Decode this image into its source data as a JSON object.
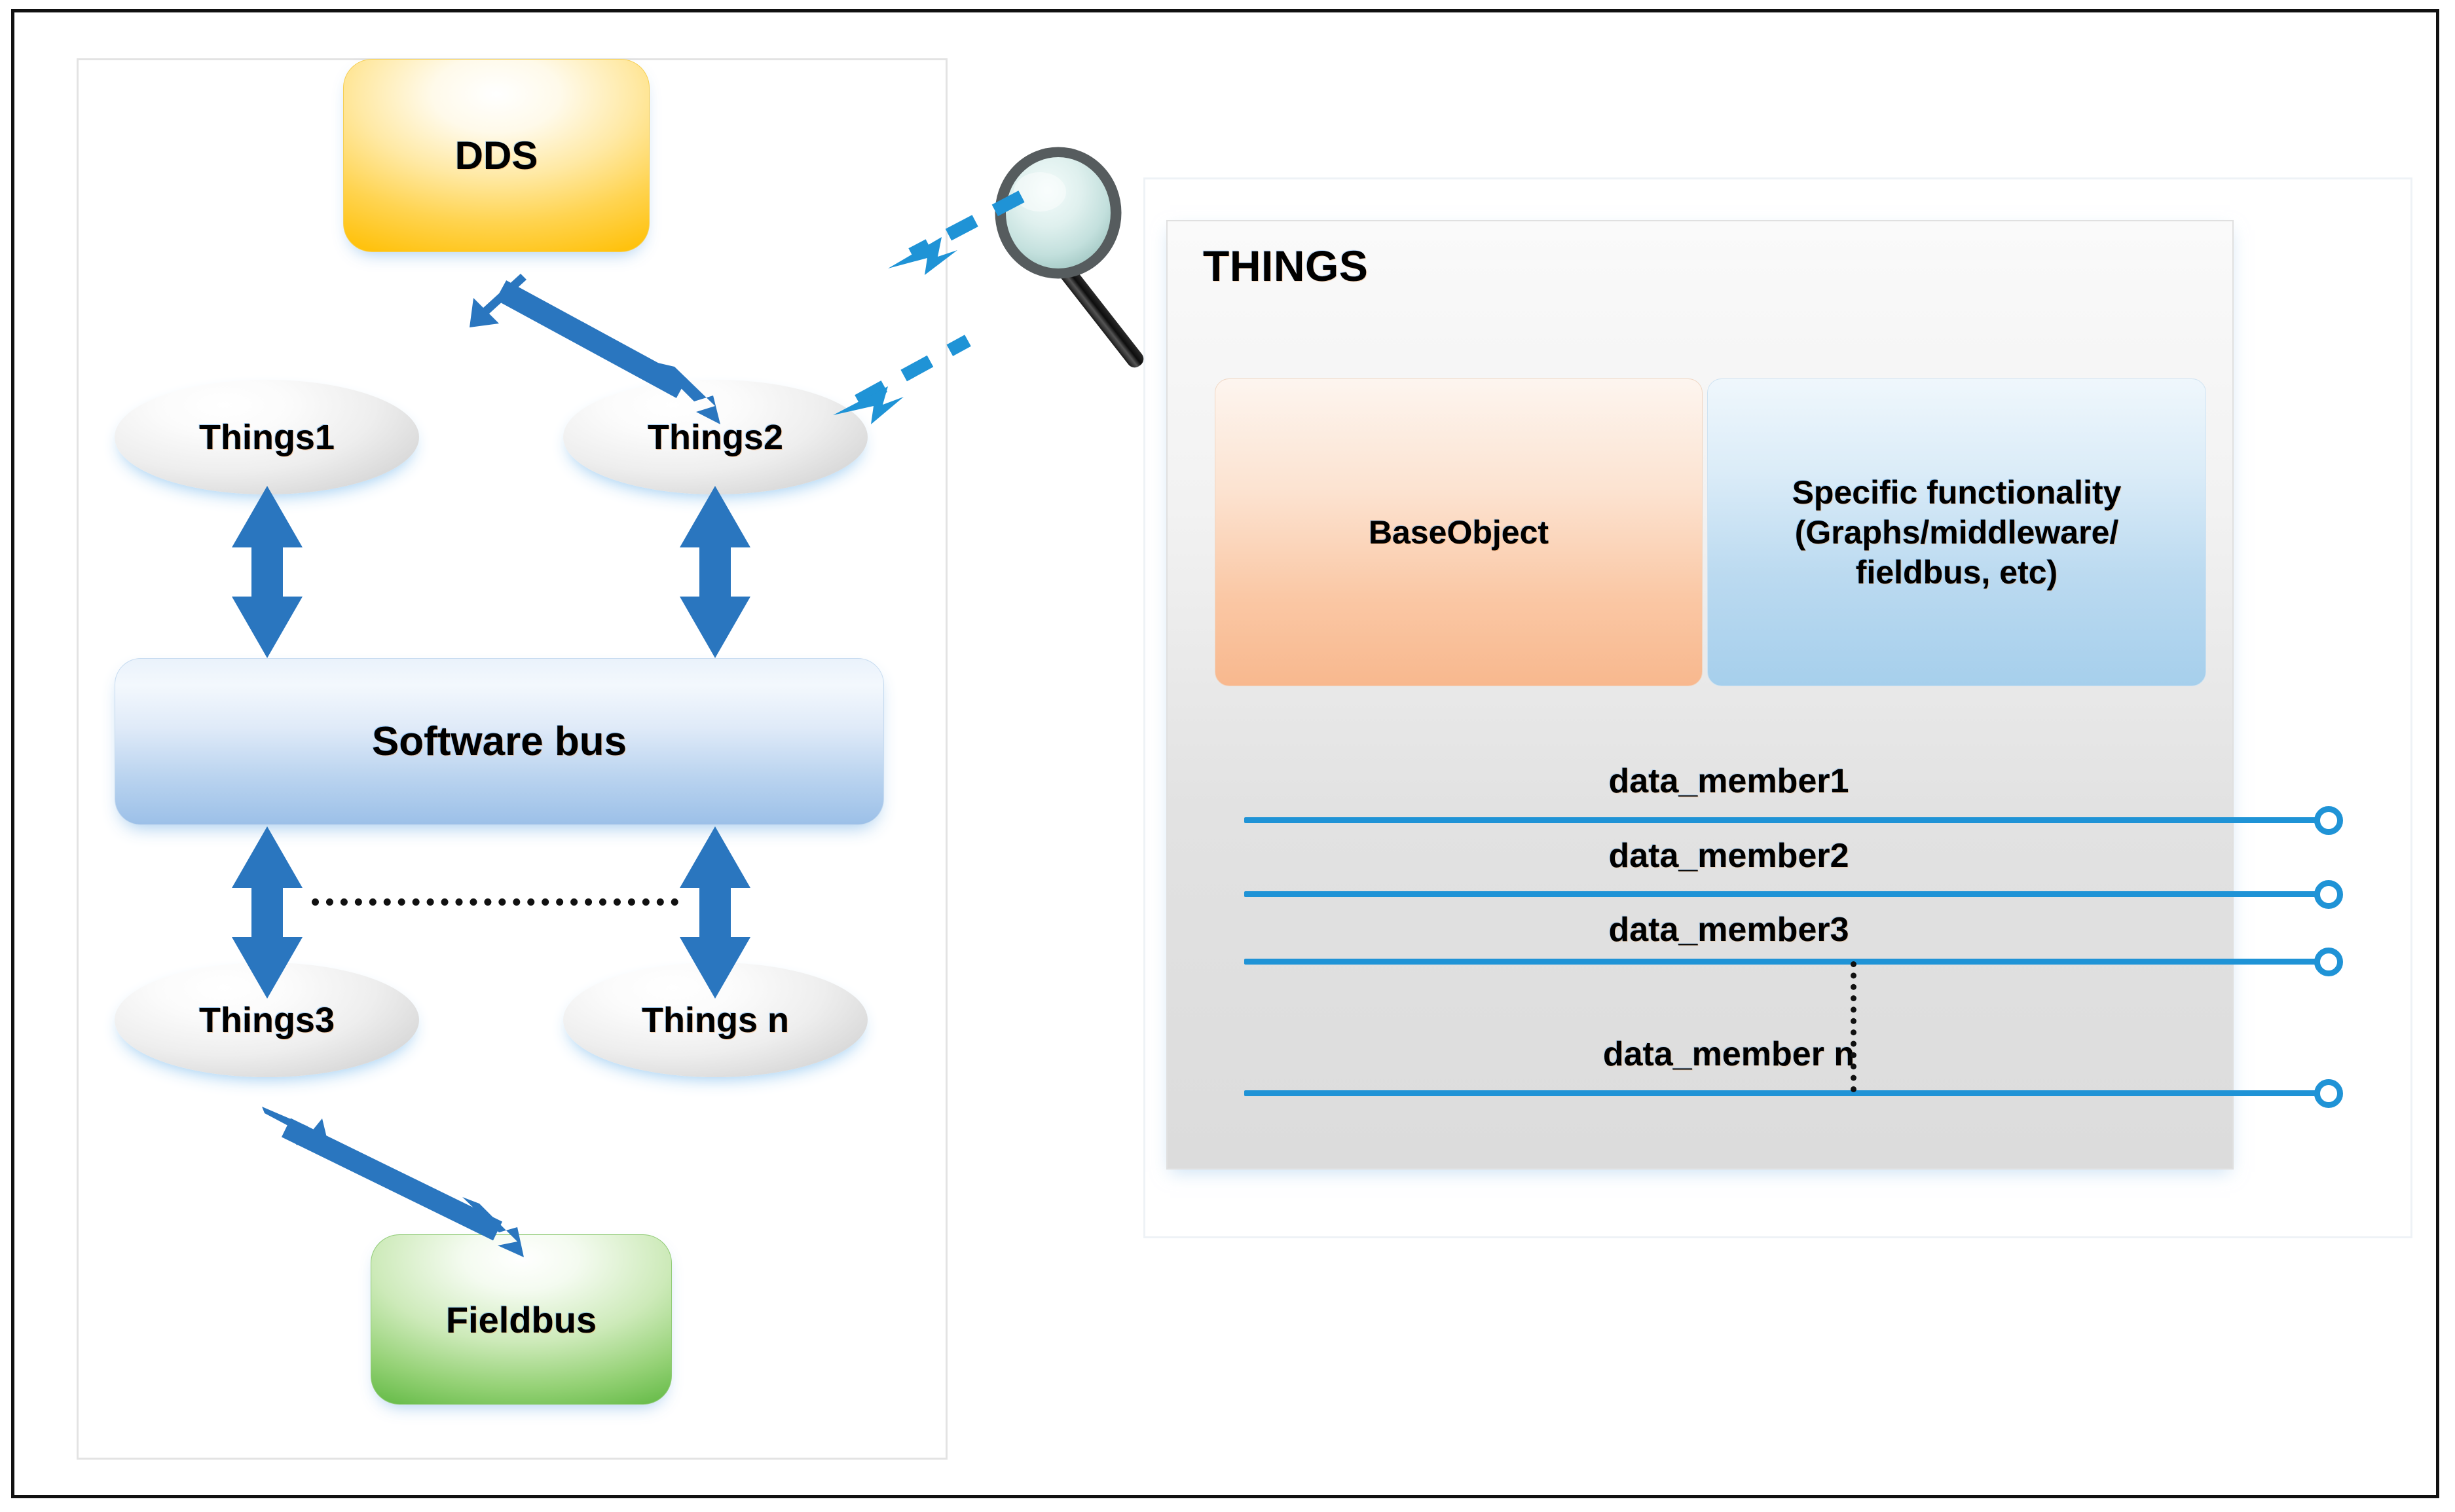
{
  "diagram": {
    "left_panel": {
      "dds_label": "DDS",
      "software_bus_label": "Software bus",
      "fieldbus_label": "Fieldbus",
      "things": [
        {
          "label": "Things1"
        },
        {
          "label": "Things2"
        },
        {
          "label": "Things3"
        },
        {
          "label": "Things n"
        }
      ],
      "continuation_separator": "dotted-horizontal-line"
    },
    "magnifier": {
      "icon": "magnifying-glass-icon",
      "callout": "dashed-arrow-from-things2"
    },
    "right_panel": {
      "title": "THINGS",
      "boxes": [
        {
          "name": "base-object",
          "label": "BaseObject",
          "color": "#f8b88e"
        },
        {
          "name": "specific-functionality",
          "label": "Specific functionality (Graphs/middleware/ fieldbus, etc)",
          "color": "#a6cfec"
        }
      ],
      "specific_functionality_lines": [
        "Specific functionality",
        "(Graphs/middleware/",
        "fieldbus, etc)"
      ],
      "data_members": [
        {
          "label": "data_member1"
        },
        {
          "label": "data_member2"
        },
        {
          "label": "data_member3"
        },
        {
          "label": "data_member n"
        }
      ],
      "continuation_separator": "dotted-vertical-line"
    },
    "colors": {
      "arrow_blue": "#2a76bf",
      "dashed_callout_blue": "#1f93d6",
      "port_line_blue": "#1f93d6",
      "dds_yellow": "#ffc20e",
      "fieldbus_green": "#6cbe4e",
      "software_bus_blue": "#9cc0e8",
      "base_object_orange": "#f8b88e",
      "specific_func_blue": "#a6cfec",
      "frame_black": "#111111",
      "things_panel_gray": "#dcdcdc"
    }
  }
}
